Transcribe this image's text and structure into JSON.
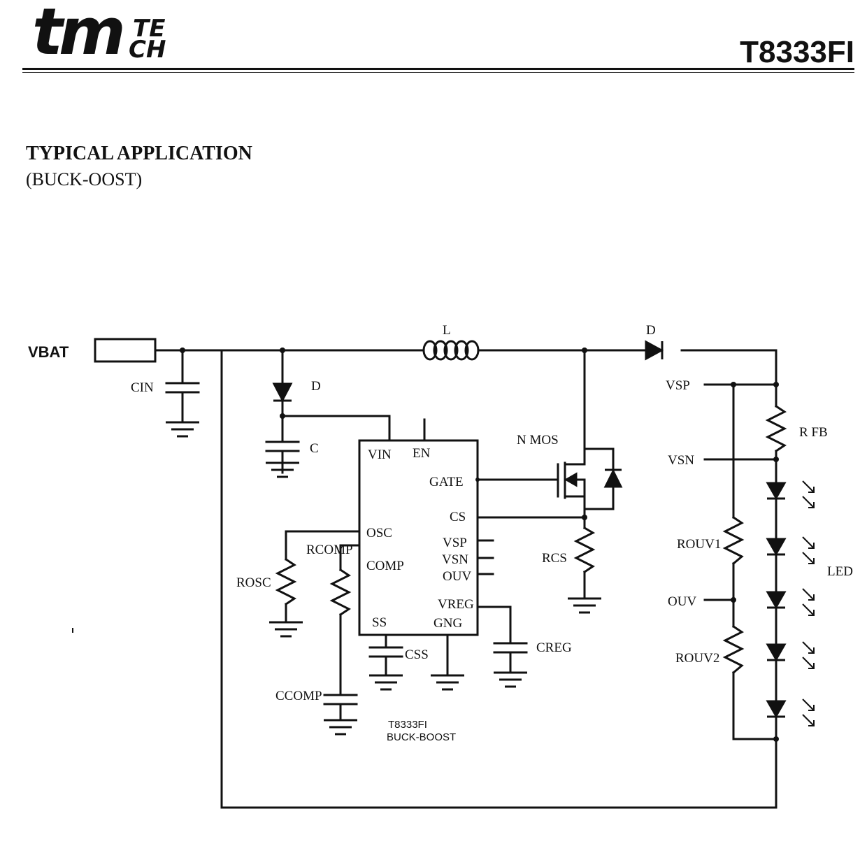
{
  "header": {
    "logo": {
      "main": "tm",
      "super": "TE",
      "sub": "CH"
    },
    "part_number": "T8333FI"
  },
  "section": {
    "title": "TYPICAL APPLICATION",
    "subtitle": "(BUCK-OOST)"
  },
  "schematic": {
    "input_label": "VBAT",
    "components": {
      "cin": "CIN",
      "d_supply": "D",
      "c_supply": "C",
      "inductor": "L",
      "d_out": "D",
      "nmos": "N MOS",
      "rcs": "RCS",
      "rosc": "ROSC",
      "rcomp": "RCOMP",
      "ccomp": "CCOMP",
      "css": "CSS",
      "creg": "CREG",
      "rfb": "R FB",
      "rouv1": "ROUV1",
      "rouv2": "ROUV2",
      "led": "LED"
    },
    "nets": {
      "vsp": "VSP",
      "vsn": "VSN",
      "ouv": "OUV"
    },
    "ic": {
      "name": "T8333FI",
      "mode": "BUCK-BOOST",
      "pins": {
        "vin": "VIN",
        "en": "EN",
        "gate": "GATE",
        "cs": "CS",
        "osc": "OSC",
        "comp": "COMP",
        "vsp": "VSP",
        "vsn": "VSN",
        "ouv": "OUV",
        "vreg": "VREG",
        "ss": "SS",
        "gnd": "GNG"
      }
    }
  }
}
